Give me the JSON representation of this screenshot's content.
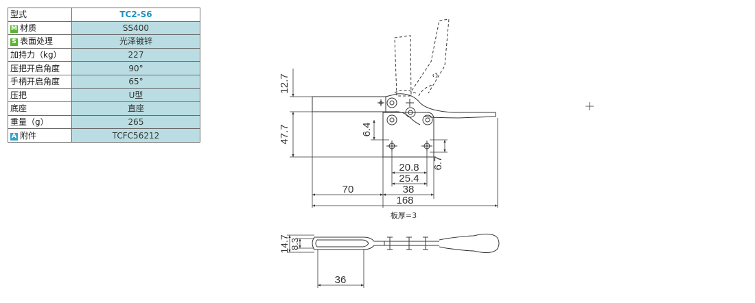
{
  "spec_table": {
    "model_label": "型式",
    "model_value": "TC2-S6",
    "rows": [
      {
        "badge": "M",
        "badge_color": "#5cb531",
        "label": "材质",
        "value": "SS400"
      },
      {
        "badge": "S",
        "badge_color": "#5cb531",
        "label": "表面处理",
        "value": "光泽镀锌"
      },
      {
        "badge": "",
        "badge_color": "",
        "label": "加持力（kg）",
        "value": "227"
      },
      {
        "badge": "",
        "badge_color": "",
        "label": "压把开启角度",
        "value": "90°"
      },
      {
        "badge": "",
        "badge_color": "",
        "label": "手柄开启角度",
        "value": "65°"
      },
      {
        "badge": "",
        "badge_color": "",
        "label": "压把",
        "value": "U型"
      },
      {
        "badge": "",
        "badge_color": "",
        "label": "底座",
        "value": "直座"
      },
      {
        "badge": "",
        "badge_color": "",
        "label": "重量（g）",
        "value": "265"
      },
      {
        "badge": "A",
        "badge_color": "#3aa3c9",
        "label": "附件",
        "value": "TCFC56212"
      }
    ]
  },
  "drawing": {
    "dims": {
      "d12_7": "12.7",
      "d47_7": "47.7",
      "d6_4": "6.4",
      "d6_7": "6.7",
      "d20_8": "20.8",
      "d25_4": "25.4",
      "d38": "38",
      "d70": "70",
      "d168": "168",
      "d14_7": "14.7",
      "d8_3": "8.3",
      "d36": "36"
    },
    "plate_note": "板厚=3"
  },
  "colors": {
    "table_value_bg": "#b9dde2",
    "model_value_text": "#1c8fc4",
    "line": "#333333"
  }
}
